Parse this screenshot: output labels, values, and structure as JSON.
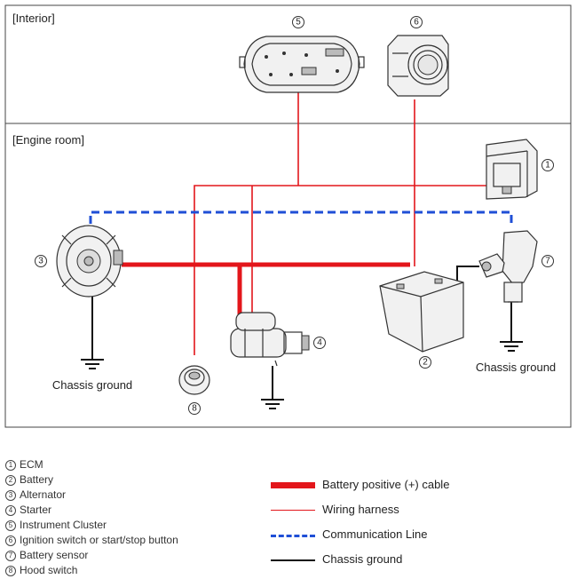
{
  "regions": {
    "interior": "[Interior]",
    "engine_room": "[Engine room]"
  },
  "components": [
    {
      "num": "1",
      "name": "ECM"
    },
    {
      "num": "2",
      "name": "Battery"
    },
    {
      "num": "3",
      "name": "Alternator"
    },
    {
      "num": "4",
      "name": "Starter"
    },
    {
      "num": "5",
      "name": "Instrument Cluster"
    },
    {
      "num": "6",
      "name": "Ignition switch or start/stop button"
    },
    {
      "num": "7",
      "name": "Battery sensor"
    },
    {
      "num": "8",
      "name": "Hood switch"
    }
  ],
  "captions": {
    "ground_left": "Chassis ground",
    "ground_right": "Chassis ground"
  },
  "legend": [
    {
      "label": "Battery positive (+) cable",
      "color": "#e3161b",
      "style": "thick-solid"
    },
    {
      "label": "Wiring harness",
      "color": "#e3161b",
      "style": "thin-solid"
    },
    {
      "label": "Communication Line",
      "color": "#1f4fd6",
      "style": "dashed"
    },
    {
      "label": "Chassis ground",
      "color": "#111111",
      "style": "solid"
    }
  ],
  "icons": {
    "cluster": "instrument-cluster-icon",
    "ignition": "start-stop-button-icon",
    "ecm": "ecm-icon",
    "alternator": "alternator-icon",
    "battery": "battery-icon",
    "starter": "starter-icon",
    "sensor": "battery-sensor-icon",
    "hood": "hood-switch-icon",
    "ground": "ground-symbol-icon"
  }
}
